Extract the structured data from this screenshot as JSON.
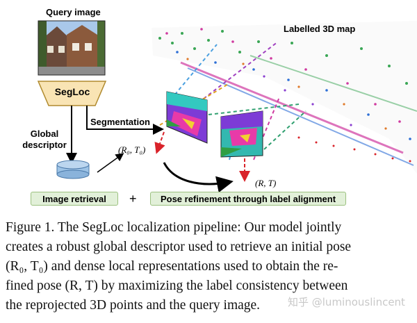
{
  "figure": {
    "query_image_label": "Query image",
    "segloc_label": "SegLoc",
    "global_descriptor_label": "Global descriptor",
    "segmentation_label": "Segmentation",
    "map_label": "Labelled 3D map",
    "initial_pose": "(R₀, T₀)",
    "refined_pose": "(R, T)",
    "image_retrieval_label": "Image retrieval",
    "plus_sign": "+",
    "pose_refinement_label": "Pose refinement through label alignment",
    "colors": {
      "segloc_fill": "#f9e4b4",
      "segloc_stroke": "#b08a2e",
      "bar_fill": "#e2f0d9",
      "bar_stroke": "#9bc17f",
      "db_fill": "#9dc3e6",
      "red_arrow": "#d9232a"
    }
  },
  "caption": {
    "line1": "Figure 1.  The SegLoc localization pipeline: Our model jointly",
    "line2": "creates a robust global descriptor used to retrieve an initial pose",
    "line3": "(R₀, T₀) and dense local representations used to obtain the re-",
    "line4": "fined pose (R, T) by maximizing the label consistency between",
    "line5": "the reprojected 3D points and the query image."
  },
  "watermark": "知乎 @luminouslincent"
}
